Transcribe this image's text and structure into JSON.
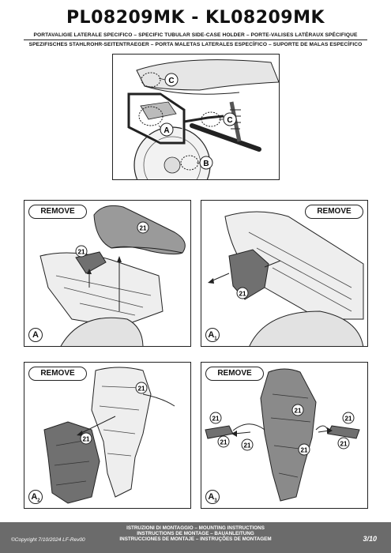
{
  "header": {
    "title": "PL08209MK - KL08209MK",
    "subtitle_line1": "PORTAVALIGIE LATERALE SPECIFICO – SPECIFIC TUBULAR SIDE-CASE HOLDER – PORTE-VALISES LATÉRAUX SPÉCIFIQUE",
    "subtitle_line2": "SPEZIFISCHES STAHLROHR-SEITENTRAEGER – PORTA MALETAS LATERALES ESPECÍFICO – SUPORTE DE MALAS ESPECÍFICO"
  },
  "overview": {
    "callouts": [
      "C",
      "A",
      "C",
      "B"
    ]
  },
  "panels": [
    {
      "remove_label": "REMOVE",
      "step_label": "A",
      "step_sub": "",
      "part_number": "21"
    },
    {
      "remove_label": "REMOVE",
      "step_label": "A",
      "step_sub": "1",
      "part_number": "21"
    },
    {
      "remove_label": "REMOVE",
      "step_label": "A",
      "step_sub": "2",
      "part_number": "21"
    },
    {
      "remove_label": "REMOVE",
      "step_label": "A",
      "step_sub": "3",
      "part_number": "21"
    }
  ],
  "footer": {
    "copyright": "©Copyright 7/10/2024 LF-Rev00",
    "instructions": [
      "ISTRUZIONI DI MONTAGGIO  –  MOUNTING INSTRUCTIONS",
      "INSTRUCTIONS DE MONTAGE – BAUANLEITUNG",
      "INSTRUCCIONES DE MONTAJE – INSTRUÇÕES DE MONTAGEM"
    ],
    "page": "3/10"
  },
  "colors": {
    "footer_bg": "#6b6b6b",
    "part_fill": "#707070",
    "line": "#222222"
  }
}
